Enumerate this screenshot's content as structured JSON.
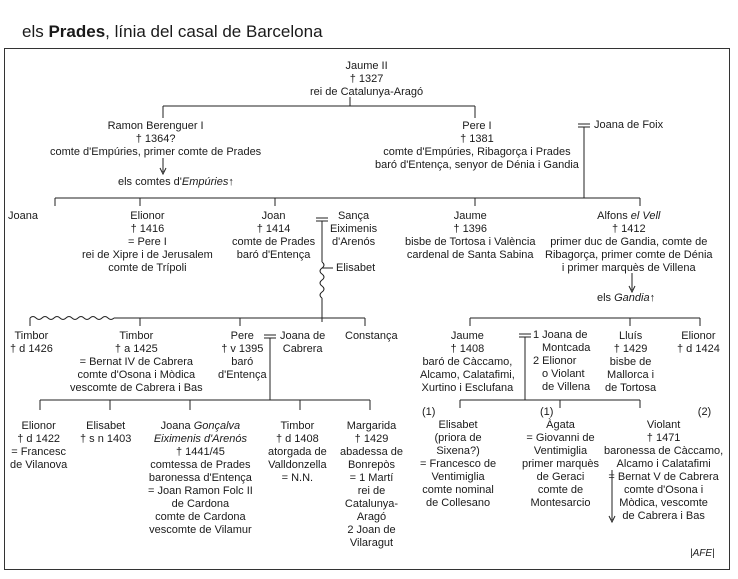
{
  "title": {
    "prefix": "els ",
    "bold": "Prades",
    "rest": ", línia del casal de Barcelona"
  },
  "credit": "|AFE|",
  "gen1": {
    "jaume2": [
      "Jaume II",
      "† 1327",
      "rei de Catalunya-Aragó"
    ]
  },
  "gen2": {
    "ramon": [
      "Ramon Berenguer I",
      "† 1364?",
      "comte d'Empúries, primer comte de Prades"
    ],
    "ramon_desc": {
      "text": "els comtes d'",
      "italic": "Empúries",
      "arrow": "↑"
    },
    "pere1": [
      "Pere I",
      "† 1381",
      "comte d'Empúries, Ribagorça i Prades",
      "baró d'Entença, senyor de Dénia i Gandia"
    ],
    "joana_foix": "Joana de Foix"
  },
  "gen3": {
    "joana": "Joana",
    "elionor": [
      "Elionor",
      "† 1416",
      "= Pere I",
      "rei de Xipre i de Jerusalem",
      "comte de Trípoli"
    ],
    "joan": [
      "Joan",
      "† 1414",
      "comte de Prades",
      "baró d'Entença"
    ],
    "sanca": [
      "Sança",
      "Eiximenis",
      "d'Arenós"
    ],
    "elisabet": "Elisabet",
    "jaume": [
      "Jaume",
      "† 1396",
      "bisbe de Tortosa i València",
      "cardenal de Santa Sabina"
    ],
    "alfons_name": "Alfons",
    "alfons_epithet": "el Vell",
    "alfons": [
      "† 1412",
      "primer duc de Gandia, comte de",
      "Ribagorça, primer comte de Dénia",
      "i primer marquès de Villena"
    ],
    "alfons_desc": {
      "text": "els ",
      "italic": "Gandia",
      "arrow": "↑"
    }
  },
  "gen4": {
    "timbor1": [
      "Timbor",
      "† d 1426"
    ],
    "timbor2": [
      "Timbor",
      "† a 1425",
      "= Bernat IV de Cabrera",
      "comte d'Osona i Mòdica",
      "vescomte de Cabrera i Bas"
    ],
    "pere": [
      "Pere",
      "† v 1395",
      "baró",
      "d'Entença"
    ],
    "joana_cabrera": [
      "Joana de",
      "Cabrera"
    ],
    "constanca": "Constança",
    "jaume": [
      "Jaume",
      "† 1408",
      "baró de Càccamo,",
      "Alcamo, Calatafimi,",
      "Xurtino i Esclufana"
    ],
    "spouses": [
      "1 Joana de",
      "Montcada",
      "2 Elionor",
      "o Violant",
      "de Villena"
    ],
    "lluis": [
      "Lluís",
      "† 1429",
      "bisbe de",
      "Mallorca i",
      "de Tortosa"
    ],
    "elionor": [
      "Elionor",
      "† d 1424"
    ]
  },
  "gen5": {
    "elionor": [
      "Elionor",
      "† d 1422",
      "= Francesc",
      "de Vilanova"
    ],
    "elisabet": [
      "Elisabet",
      "† s n 1403"
    ],
    "joana_name": "Joana",
    "joana_italic": [
      "Gonçalva",
      "Eiximenis d'Arenós"
    ],
    "joana": [
      "† 1441/45",
      "comtessa de Prades",
      "baronessa d'Entença",
      "= Joan Ramon Folc II",
      "de Cardona",
      "comte de Cardona",
      "vescomte de Vilamur"
    ],
    "timbor": [
      "Timbor",
      "† d 1408",
      "atorgada de",
      "Valldonzella",
      "= N.N."
    ],
    "margarida": [
      "Margarida",
      "† 1429",
      "abadessa de",
      "Bonrepòs",
      "= 1 Martí",
      "rei de",
      "Catalunya-",
      "Aragó",
      "2 Joan de",
      "Vilaragut"
    ],
    "elisabet2": [
      "(1)",
      "Elisabet",
      "(priora de",
      "Sixena?)",
      "= Francesco de",
      "Ventimiglia",
      "comte nominal",
      "de Collesano"
    ],
    "agata": [
      "(1)",
      "Àgata",
      "= Giovanni de",
      "Ventimiglia",
      "primer marquès",
      "de Geraci",
      "comte de",
      "Montesarcio"
    ],
    "violant": [
      "(2)",
      "Violant",
      "† 1471",
      "baronessa de Càccamo,",
      "Alcamo i Calatafimi",
      "= Bernat V de Cabrera",
      "comte d'Osona i",
      "Mòdica, vescomte",
      "de Cabrera i Bas"
    ]
  }
}
